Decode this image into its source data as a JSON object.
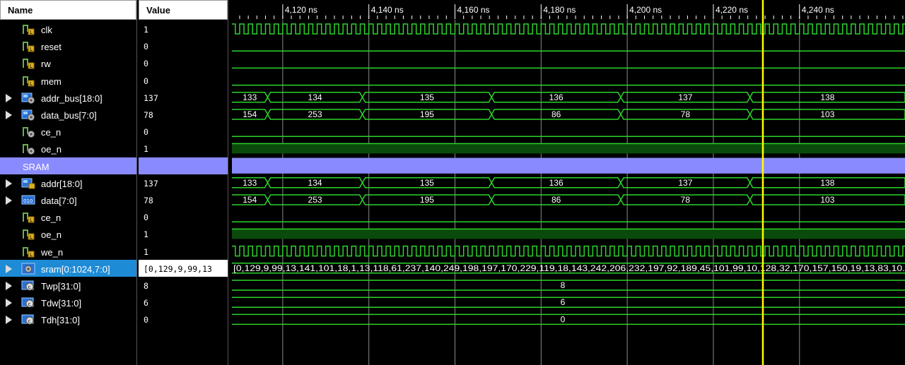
{
  "header": {
    "name_label": "Name",
    "value_label": "Value"
  },
  "time_axis": {
    "ticks": [
      4120,
      4140,
      4160,
      4180,
      4200,
      4220,
      4240
    ],
    "tick_labels": [
      "4,120 ns",
      "4,140 ns",
      "4,160 ns",
      "4,180 ns",
      "4,200 ns",
      "4,220 ns",
      "4,240 ns"
    ],
    "view_start_ns": 4108.2,
    "view_end_ns": 4264.5,
    "cursor_ns": 4231.5,
    "clock_period_ns": 2
  },
  "colors": {
    "wave": "#2bd42b",
    "fill": "#0a4a0a",
    "cursor": "#ffff00",
    "grid": "#8a8a8a",
    "divider": "#8a8aff",
    "selection": "#1e8bd6"
  },
  "signals": [
    {
      "name": "clk",
      "value": "1",
      "kind": "clock",
      "icon": "wire-icon"
    },
    {
      "name": "reset",
      "value": "0",
      "kind": "low",
      "icon": "wire-icon"
    },
    {
      "name": "rw",
      "value": "0",
      "kind": "low",
      "icon": "wire-icon"
    },
    {
      "name": "mem",
      "value": "0",
      "kind": "low",
      "icon": "wire-icon"
    },
    {
      "name": "addr_bus[18:0]",
      "value": "137",
      "kind": "bus",
      "icon": "bus-inout-icon",
      "expandable": true,
      "segments": [
        {
          "start": 4108.2,
          "end": 4116.5,
          "v": "133"
        },
        {
          "start": 4116.5,
          "end": 4138.5,
          "v": "134"
        },
        {
          "start": 4138.5,
          "end": 4168.5,
          "v": "135"
        },
        {
          "start": 4168.5,
          "end": 4198.5,
          "v": "136"
        },
        {
          "start": 4198.5,
          "end": 4228.5,
          "v": "137"
        },
        {
          "start": 4228.5,
          "end": 4264.5,
          "v": "138"
        }
      ]
    },
    {
      "name": "data_bus[7:0]",
      "value": "78",
      "kind": "bus",
      "icon": "bus-inout-icon",
      "expandable": true,
      "segments": [
        {
          "start": 4108.2,
          "end": 4116.5,
          "v": "154"
        },
        {
          "start": 4116.5,
          "end": 4138.5,
          "v": "253"
        },
        {
          "start": 4138.5,
          "end": 4168.5,
          "v": "195"
        },
        {
          "start": 4168.5,
          "end": 4198.5,
          "v": "86"
        },
        {
          "start": 4198.5,
          "end": 4228.5,
          "v": "78"
        },
        {
          "start": 4228.5,
          "end": 4264.5,
          "v": "103"
        }
      ]
    },
    {
      "name": "ce_n",
      "value": "0",
      "kind": "low",
      "icon": "wire-inout-icon"
    },
    {
      "name": "oe_n",
      "value": "1",
      "kind": "high",
      "icon": "wire-inout-icon"
    },
    {
      "name": "SRAM",
      "value": "",
      "kind": "divider"
    },
    {
      "name": "addr[18:0]",
      "value": "137",
      "kind": "bus",
      "icon": "bus-icon",
      "expandable": true,
      "segments": [
        {
          "start": 4108.2,
          "end": 4116.5,
          "v": "133"
        },
        {
          "start": 4116.5,
          "end": 4138.5,
          "v": "134"
        },
        {
          "start": 4138.5,
          "end": 4168.5,
          "v": "135"
        },
        {
          "start": 4168.5,
          "end": 4198.5,
          "v": "136"
        },
        {
          "start": 4198.5,
          "end": 4228.5,
          "v": "137"
        },
        {
          "start": 4228.5,
          "end": 4264.5,
          "v": "138"
        }
      ]
    },
    {
      "name": "data[7:0]",
      "value": "78",
      "kind": "bus",
      "icon": "bus-reg-icon",
      "expandable": true,
      "segments": [
        {
          "start": 4108.2,
          "end": 4116.5,
          "v": "154"
        },
        {
          "start": 4116.5,
          "end": 4138.5,
          "v": "253"
        },
        {
          "start": 4138.5,
          "end": 4168.5,
          "v": "195"
        },
        {
          "start": 4168.5,
          "end": 4198.5,
          "v": "86"
        },
        {
          "start": 4198.5,
          "end": 4228.5,
          "v": "78"
        },
        {
          "start": 4228.5,
          "end": 4264.5,
          "v": "103"
        }
      ]
    },
    {
      "name": "ce_n",
      "value": "0",
      "kind": "low",
      "icon": "wire-icon"
    },
    {
      "name": "oe_n",
      "value": "1",
      "kind": "high",
      "icon": "wire-icon"
    },
    {
      "name": "we_n",
      "value": "1",
      "kind": "clock",
      "icon": "wire-icon"
    },
    {
      "name": "sram[0:1024,7:0]",
      "value": "[0,129,9,99,13",
      "kind": "array",
      "icon": "array-icon",
      "expandable": true,
      "selected": true,
      "text": "[0,129,9,99,13,141,101,18,1,13,118,61,237,140,249,198,197,170,229,119,18,143,242,206,232,197,92,189,45,101,99,10,128,32,170,157,150,19,13,83,10."
    },
    {
      "name": "Twp[31:0]",
      "value": "8",
      "kind": "const",
      "icon": "const-icon",
      "expandable": true,
      "text": "8"
    },
    {
      "name": "Tdw[31:0]",
      "value": "6",
      "kind": "const",
      "icon": "const-icon",
      "expandable": true,
      "text": "6"
    },
    {
      "name": "Tdh[31:0]",
      "value": "0",
      "kind": "const",
      "icon": "const-icon",
      "expandable": true,
      "text": "0"
    }
  ]
}
